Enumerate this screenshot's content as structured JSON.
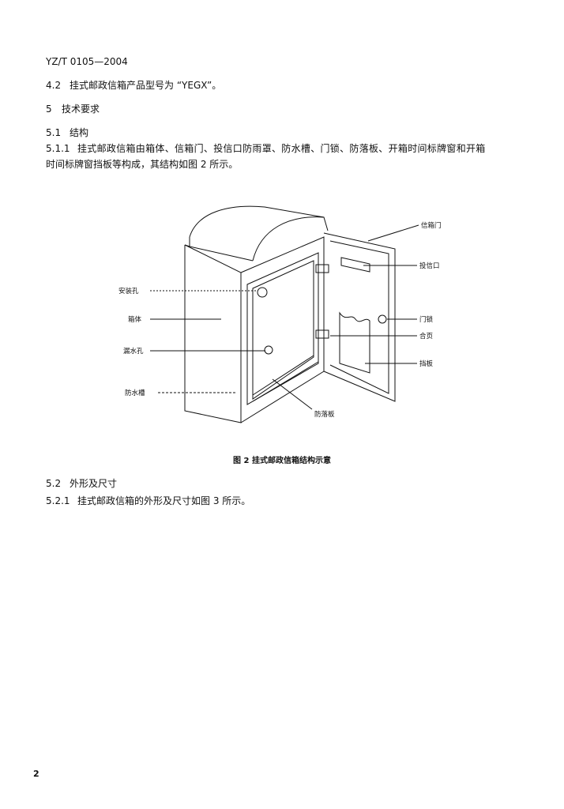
{
  "document": {
    "code": "YZ/T 0105—2004",
    "page_number": "2",
    "paragraphs": {
      "p1_num": "4.2",
      "p1_text": "挂式邮政信箱产品型号为 “YEGX”。",
      "p2_num": "5",
      "p2_text": "技术要求",
      "p3_num": "5.1",
      "p3_text": "结构",
      "p4_num": "5.1.1",
      "p4_text": "挂式邮政信箱由箱体、信箱门、投信口防雨罩、防水槽、门锁、防落板、开箱时间标牌窗和开箱",
      "p5_text": "时间标牌窗挡板等构成，其结构如图 2 所示。",
      "p6_num": "5.2",
      "p6_text": "外形及尺寸",
      "p7_num": "5.2.1",
      "p7_text": "挂式邮政信箱的外形及尺寸如图 3 所示。"
    }
  },
  "figure": {
    "caption": "图 2  挂式邮政信箱结构示意",
    "labels": {
      "mailbox_door": "信箱门",
      "mail_slot": "投信口",
      "mounting_hole": "安装孔",
      "box_body": "箱体",
      "door_lock": "门锁",
      "hinge": "合页",
      "drain_hole": "漏水孔",
      "baffle": "挡板",
      "water_channel": "防水槽",
      "fall_guard": "防落板"
    }
  }
}
